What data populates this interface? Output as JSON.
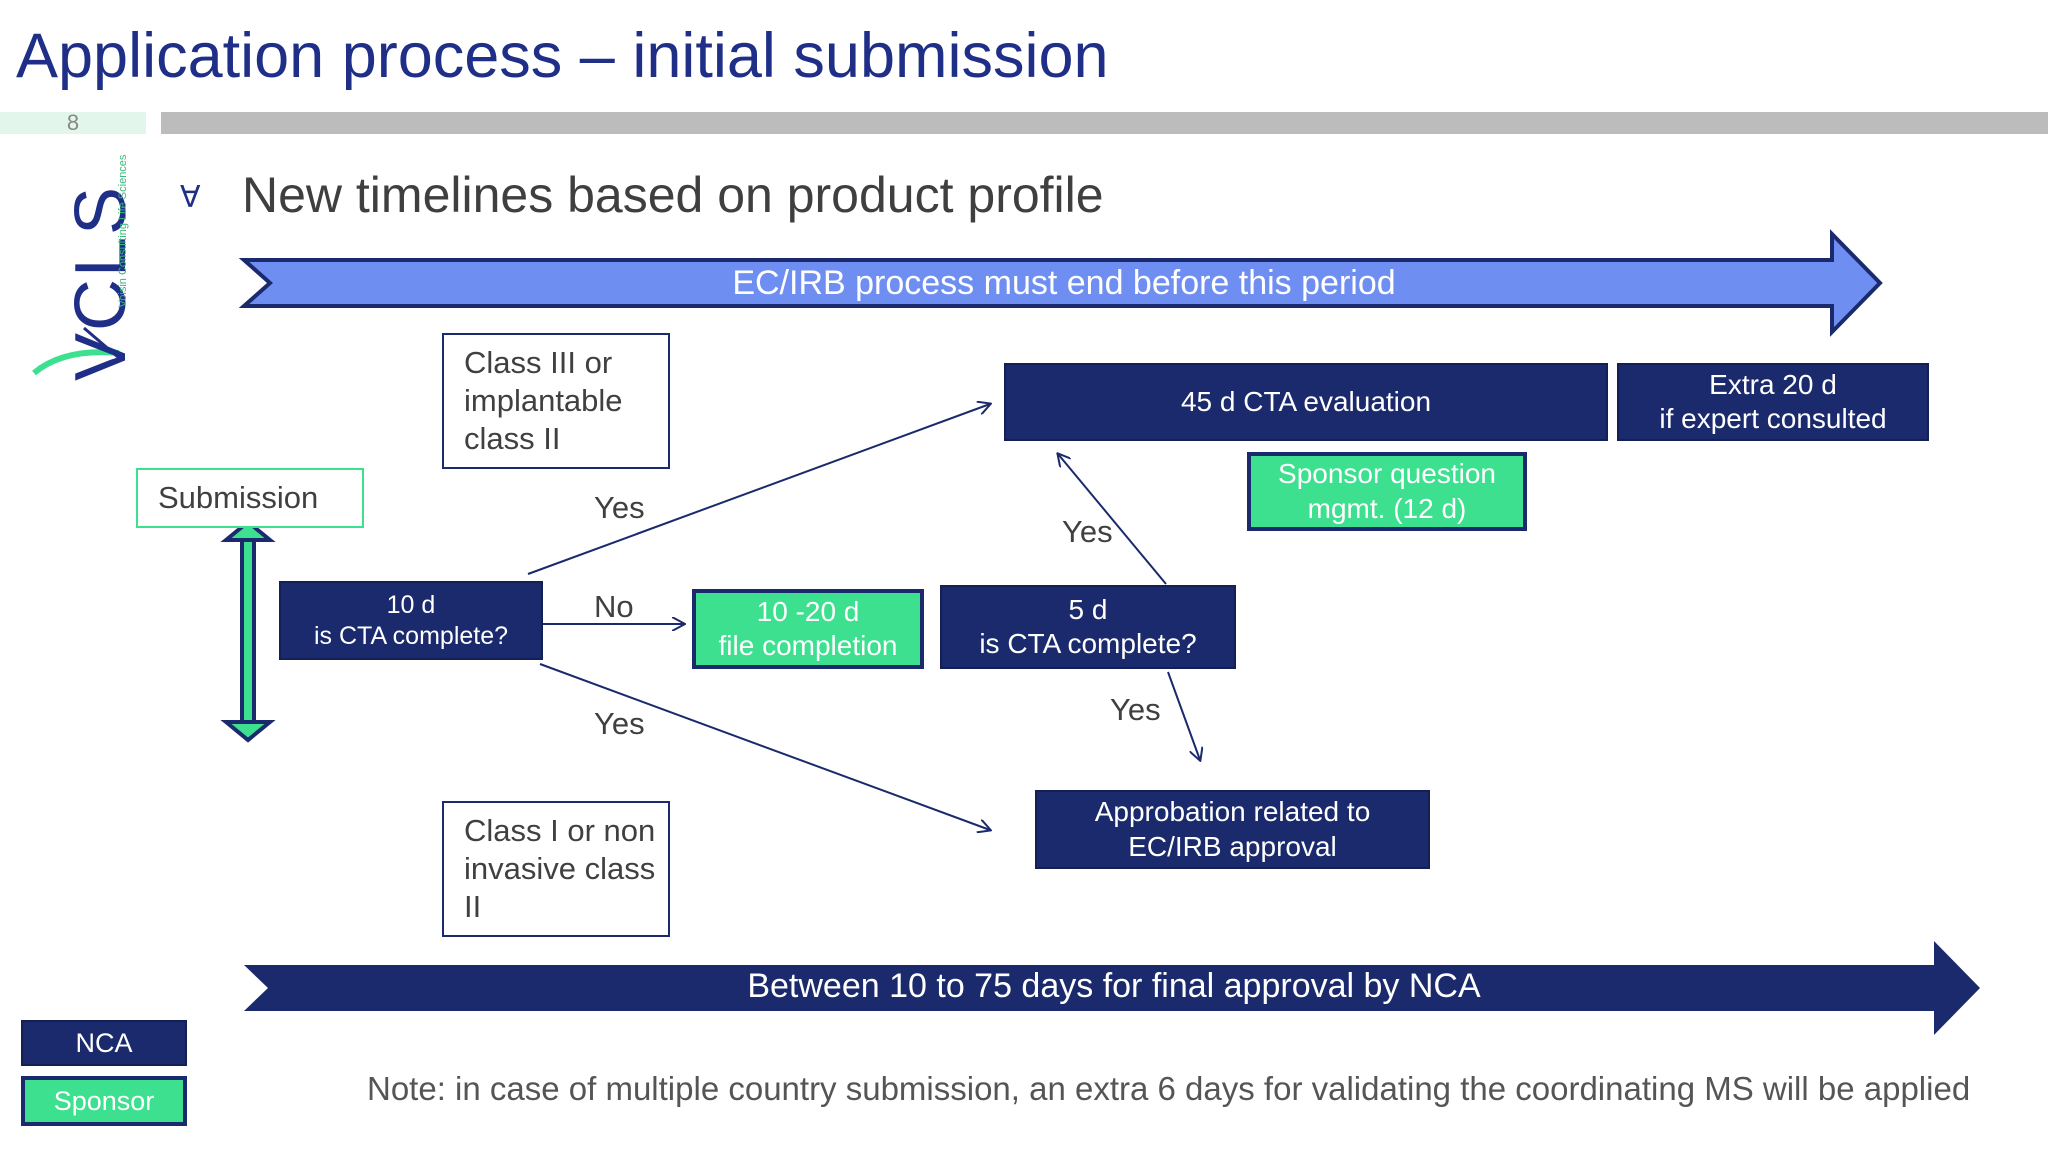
{
  "header": {
    "title": "Application process – initial submission",
    "slide_number": "8"
  },
  "logo": {
    "text": "VCLS",
    "subtitle": "Voisin Consulting Life Sciences"
  },
  "bullet": {
    "text": "New timelines based on product profile"
  },
  "arrows": {
    "top_label": "EC/IRB process must end before this period",
    "bottom_label": "Between 10 to 75 days for final approval by NCA"
  },
  "boxes": {
    "class_high": "Class III or implantable class II",
    "class_low": "Class I or non invasive class II",
    "submission": "Submission",
    "check_10d_line1": "10 d",
    "check_10d_line2": "is CTA complete?",
    "file_completion_line1": "10 -20 d",
    "file_completion_line2": "file completion",
    "check_5d_line1": "5 d",
    "check_5d_line2": "is CTA complete?",
    "evaluation": "45 d  CTA evaluation",
    "extra_line1": "Extra 20 d",
    "extra_line2": "if expert consulted",
    "sponsor_question_line1": "Sponsor question",
    "sponsor_question_line2": "mgmt. (12 d)",
    "approbation_line1": "Approbation related to",
    "approbation_line2": "EC/IRB approval"
  },
  "flow_labels": {
    "yes_upper": "Yes",
    "no": "No",
    "yes_lower": "Yes",
    "yes_5d_up": "Yes",
    "yes_5d_down": "Yes"
  },
  "legend": {
    "nca": "NCA",
    "sponsor": "Sponsor"
  },
  "note": "Note: in case of multiple country submission, an extra 6 days for validating the coordinating MS will be applied",
  "colors": {
    "nca_navy": "#1a2a6c",
    "sponsor_green": "#3ce08f",
    "top_arrow_blue": "#6f8ef2",
    "title_blue": "#1f2f87"
  }
}
